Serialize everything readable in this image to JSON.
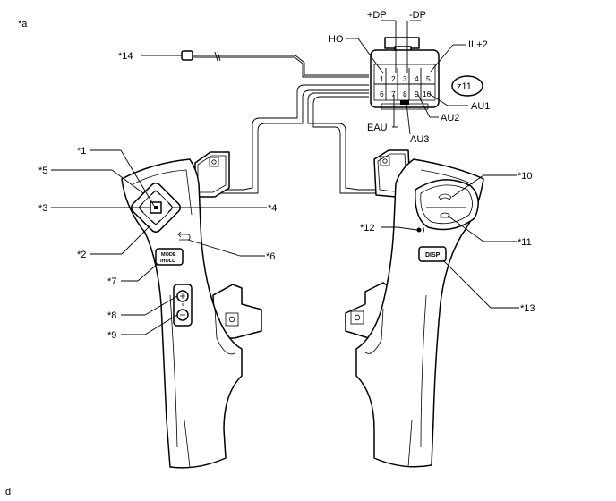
{
  "figure_marker": "*a",
  "footer_mark": "d",
  "connector_id": "z11",
  "pins": [
    "1",
    "2",
    "3",
    "4",
    "5",
    "6",
    "7",
    "8",
    "9",
    "10"
  ],
  "terminals": {
    "plus_dp": "+DP",
    "minus_dp": "-DP",
    "ho": "HO",
    "il2": "IL+2",
    "au1": "AU1",
    "au2": "AU2",
    "eau": "EAU",
    "au3": "AU3"
  },
  "callouts": {
    "c1": "*1",
    "c2": "*2",
    "c3": "*3",
    "c4": "*4",
    "c5": "*5",
    "c6": "*6",
    "c7": "*7",
    "c8": "*8",
    "c9": "*9",
    "c10": "*10",
    "c11": "*11",
    "c12": "*12",
    "c13": "*13",
    "c14": "*14"
  },
  "buttons": {
    "mode_line1": "MODE",
    "mode_line2": "/HOLD",
    "disp": "DISP"
  },
  "icons": {
    "nav_pad": "four-way-arrow-pad-icon",
    "back": "return-arrow-icon",
    "volume_up": "plus-icon",
    "volume_down": "minus-icon",
    "off_hook": "phone-off-hook-icon",
    "on_hook": "phone-on-hook-icon",
    "voice": "voice-command-icon"
  }
}
